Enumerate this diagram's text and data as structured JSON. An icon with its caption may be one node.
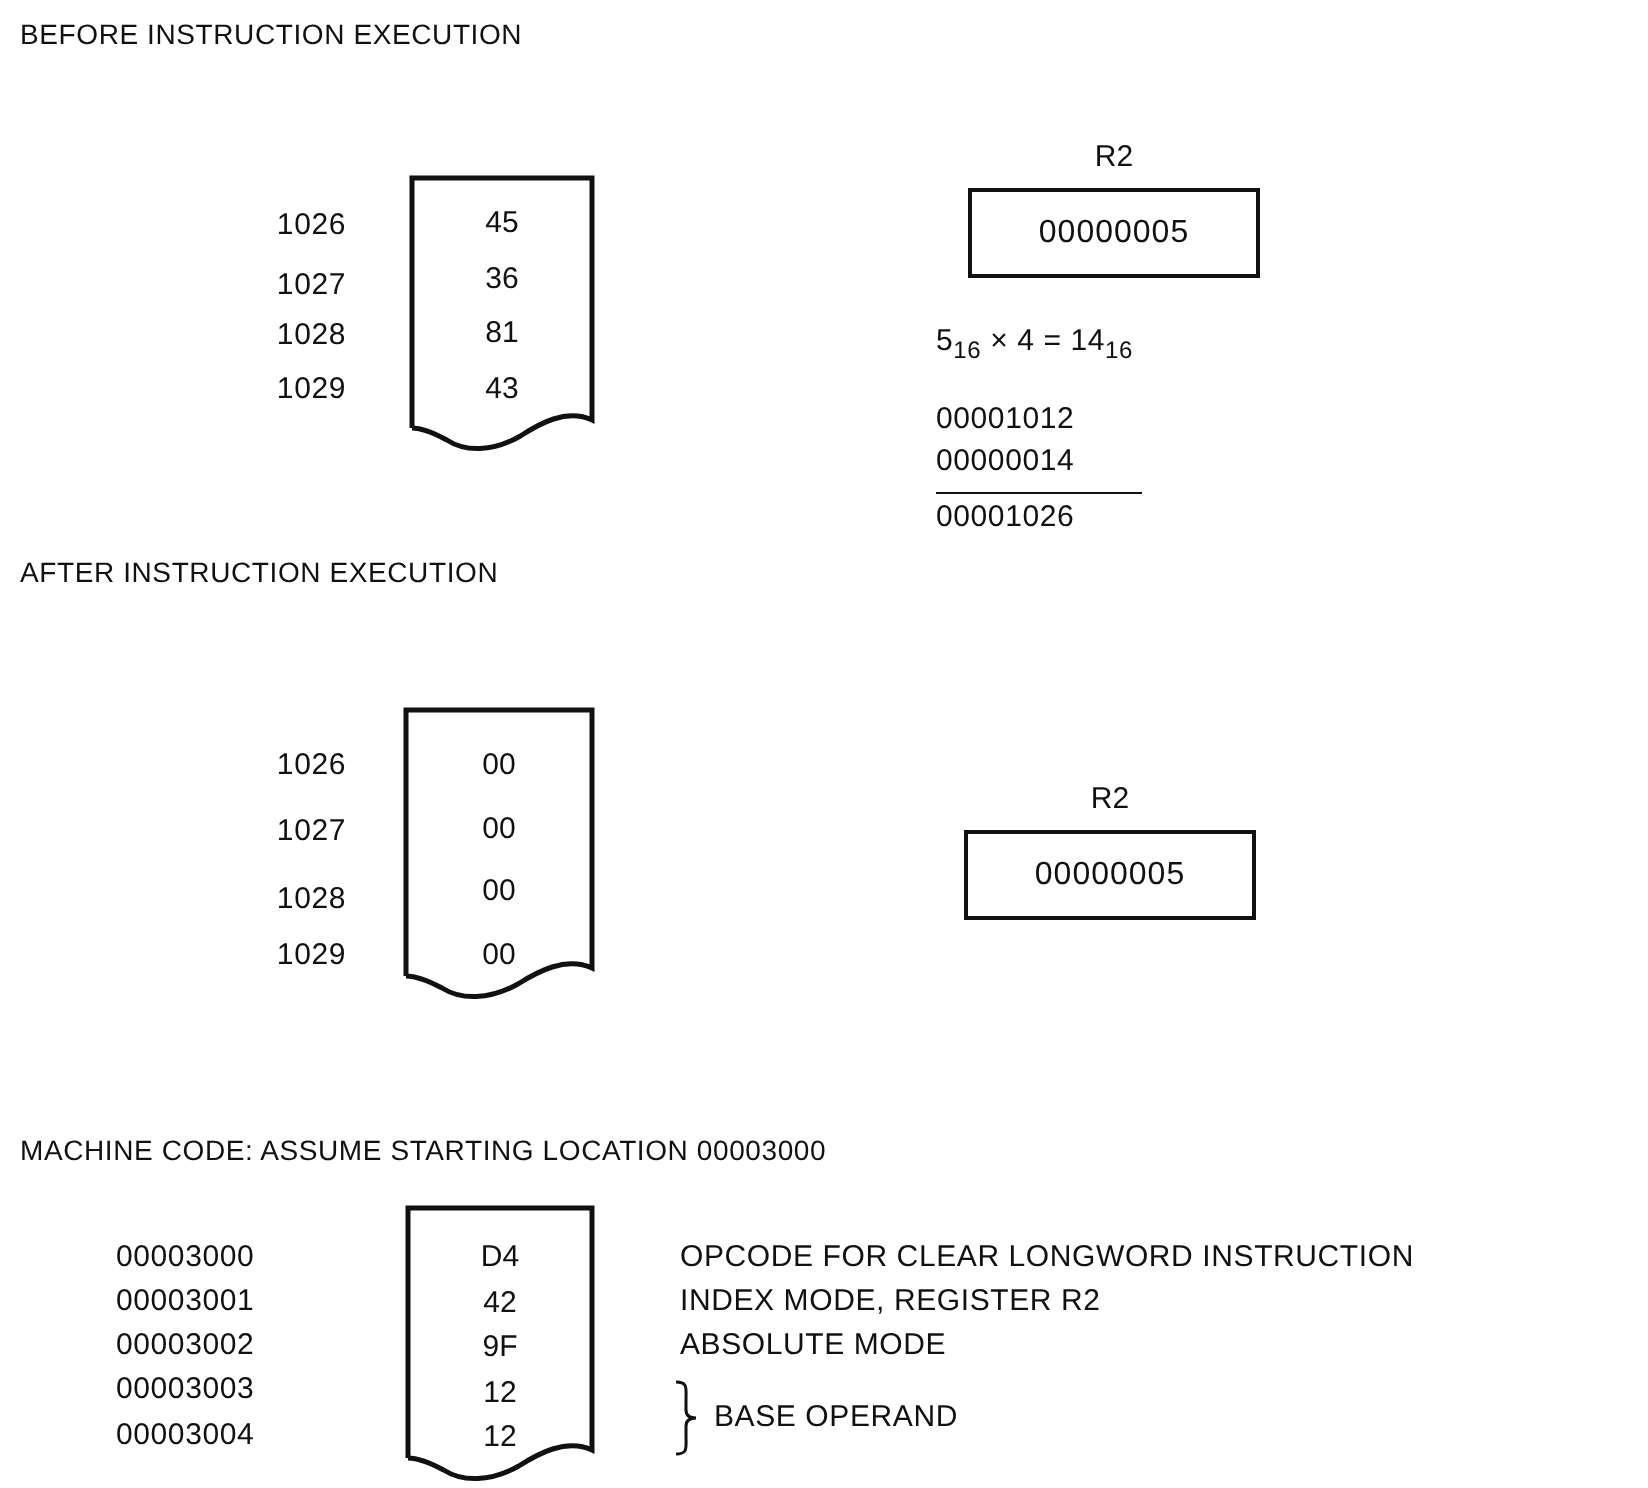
{
  "diagram": {
    "nodes": [
      {
        "text": [
          "45",
          "36",
          "81",
          "43"
        ]
      },
      {
        "text": [
          "R2",
          "00000005"
        ]
      },
      {
        "text": [
          "00",
          "00",
          "00",
          "00"
        ]
      },
      {
        "text": [
          "R2",
          "00000005"
        ]
      },
      {
        "text": [
          "D4",
          "42",
          "9F",
          "12",
          "12"
        ]
      }
    ],
    "labels": [
      "BEFORE INSTRUCTION EXECUTION",
      "1026",
      "1027",
      "1028",
      "1029",
      "5$_{16}$ × 4 = 14$_{16}$",
      "00001012",
      "00000014",
      "00001026",
      "AFTER INSTRUCTION EXECUTION",
      "1026",
      "1027",
      "1028",
      "1029",
      "MACHINE CODE:  ASSUME STARTING LOCATION 00003000",
      "00003000",
      "00003001",
      "00003002",
      "00003003",
      "00003004",
      "OPCODE FOR CLEAR LONGWORD INSTRUCTION",
      "INDEX MODE, REGISTER R2",
      "ABSOLUTE MODE",
      "BASE OPERAND"
    ]
  }
}
